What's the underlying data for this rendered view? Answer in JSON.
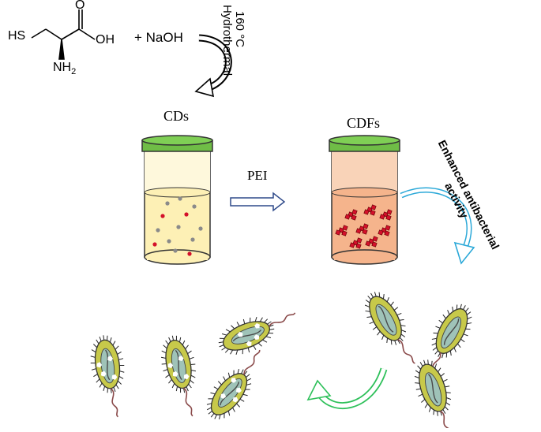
{
  "reactants": {
    "molecule_name": "L-cysteine",
    "atoms": {
      "thiol": "HS",
      "carbonyl_o": "O",
      "hydroxyl": "OH",
      "amine": "NH",
      "amine_sub": "2"
    },
    "reagent": "+ NaOH"
  },
  "conditions": {
    "temperature": "160 °C",
    "method": "Hydrothermal"
  },
  "vessels": [
    {
      "label": "CDs",
      "liquid_color": "#fdf0b5",
      "lid_color": "#6fbd46"
    },
    {
      "label": "CDFs",
      "liquid_color": "#f5b48c",
      "lid_color": "#6fbd46"
    }
  ],
  "transfer_label": "PEI",
  "effect_label_line1": "Enhanced antibacterial",
  "effect_label_line2": "activity",
  "colors": {
    "outline": "#333333",
    "arrow_blue": "#2f4a8a",
    "arrow_cyan": "#2aa8d8",
    "arrow_green": "#2ec05a",
    "dot_grey": "#8a8a8a",
    "dot_red": "#d3102a",
    "bacterium_body": "#c7c94a",
    "bacterium_inner": "#9fc3b8",
    "cilia": "#222222",
    "flagellum": "#8a4a4a"
  },
  "icons": {
    "curved_arrow": "curved-arrow-icon",
    "bacterium": "bacterium-icon",
    "damaged_bacterium": "damaged-bacterium-icon",
    "nanoparticle_cluster": "nanoparticle-cluster-icon"
  }
}
